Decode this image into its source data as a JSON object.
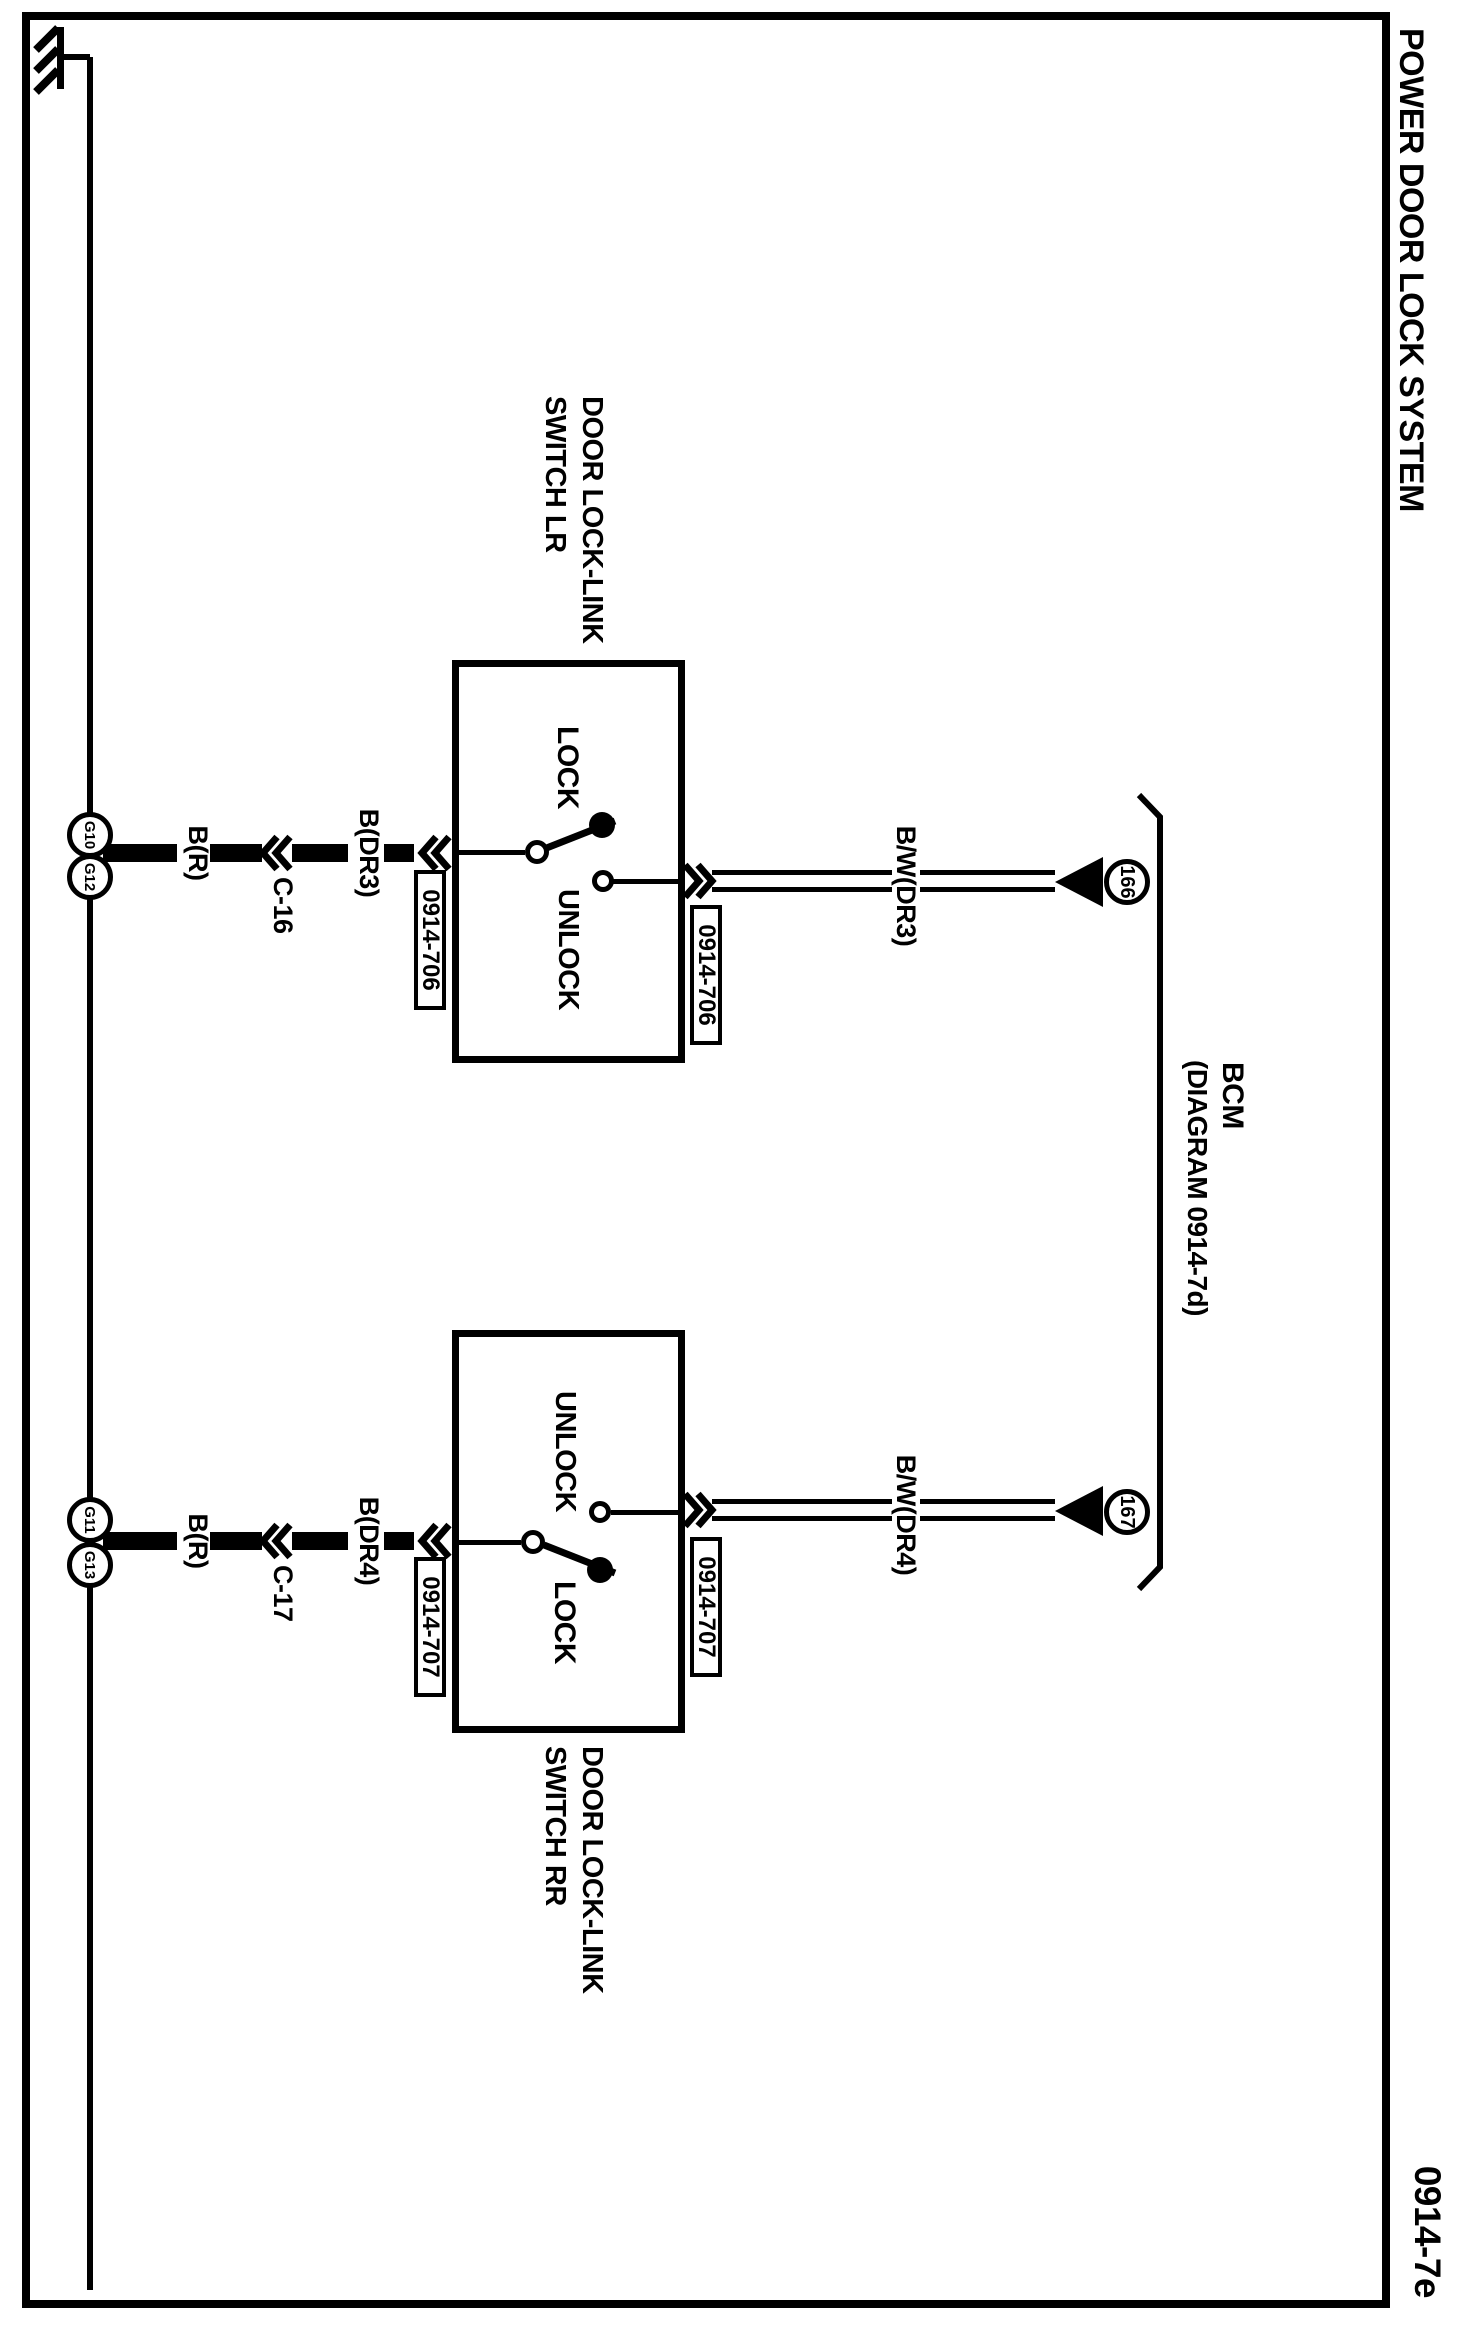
{
  "title": "POWER DOOR LOCK SYSTEM",
  "page_code": "0914-7e",
  "colors": {
    "ink": "#000000",
    "paper": "#ffffff"
  },
  "bcm": {
    "name": "BCM",
    "diagram_ref": "(DIAGRAM 0914-7d)"
  },
  "lr": {
    "name_line1": "DOOR LOCK-LINK",
    "name_line2": "SWITCH LR",
    "pos_left": "LOCK",
    "pos_right": "UNLOCK",
    "connector_top": "0914-706",
    "connector_bottom": "0914-706",
    "ground_wire": "B(R)",
    "inline_connector": "C-16",
    "door_wire": "B(DR3)",
    "signal_wire": "B/W(DR3)",
    "bcm_pin": "166",
    "ground_left": "G10",
    "ground_right": "G12"
  },
  "rr": {
    "name_line1": "DOOR LOCK-LINK",
    "name_line2": "SWITCH RR",
    "pos_left": "UNLOCK",
    "pos_right": "LOCK",
    "connector_top": "0914-707",
    "connector_bottom": "0914-707",
    "ground_wire": "B(R)",
    "inline_connector": "C-17",
    "door_wire": "B(DR4)",
    "signal_wire": "B/W(DR4)",
    "bcm_pin": "167",
    "ground_left": "G11",
    "ground_right": "G13"
  }
}
